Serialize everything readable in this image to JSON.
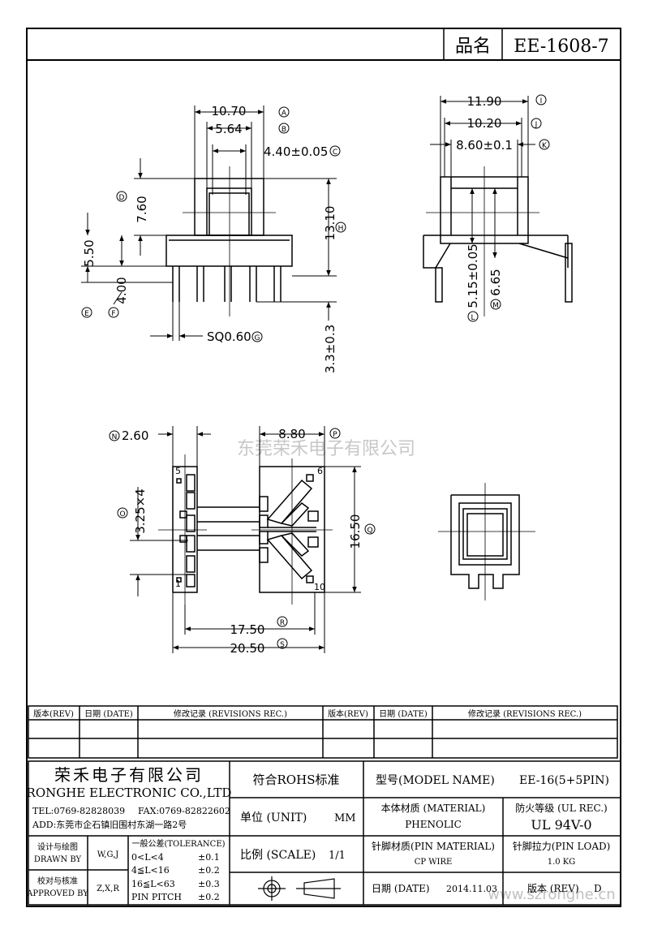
{
  "title_block": {
    "pn_label": "品名",
    "pn_value": "EE-1608-7",
    "company_cn": "荣禾电子有限公司",
    "company_en": "RONGHE ELECTRONIC CO.,LTD",
    "tel": "TEL:0769-82828039",
    "fax": "FAX:0769-82822602",
    "addr": "ADD:东莞市企石镇旧围村东湖一路2号",
    "drawn_label_cn": "设计与绘图",
    "drawn_label_en": "DRAWN BY",
    "drawn_value": "W,G,J",
    "approved_label_cn": "校对与核准",
    "approved_label_en": "APPROVED BY",
    "approved_value": "Z,X,R",
    "tol_title": "一般公差(TOLERANCE)",
    "tol_rows": [
      {
        "range": "0<L<4",
        "value": "±0.1"
      },
      {
        "range": "4≦L<16",
        "value": "±0.2"
      },
      {
        "range": "16≦L<63",
        "value": "±0.3"
      },
      {
        "range": "PIN PITCH",
        "value": "±0.2"
      }
    ],
    "rohs": "符合ROHS标准",
    "unit_label": "单位 (UNIT)",
    "unit_value": "MM",
    "scale_label": "比例 (SCALE)",
    "scale_value": "1/1",
    "model_label": "型号(MODEL NAME)",
    "model_value": "EE-16(5+5PIN)",
    "material_label": "本体材质 (MATERIAL)",
    "material_value": "PHENOLIC",
    "ul_label": "防火等级 (UL REC.)",
    "ul_value": "UL 94V-0",
    "pin_material_label": "针脚材质(PIN MATERIAL)",
    "pin_material_value": "CP WIRE",
    "pin_load_label": "针脚拉力(PIN LOAD)",
    "pin_load_value": "1.0 KG",
    "date_label": "日期 (DATE)",
    "date_value": "2014.11.03",
    "rev_label": "版本 (REV)",
    "rev_value": "D"
  },
  "revisions": {
    "col_rev": "版本(REV)",
    "col_date": "日期 (DATE)",
    "col_rec": "修改记录 (REVISIONS REC.)"
  },
  "watermark": "东莞荣禾电子有限公司",
  "watermark_url": "www.szronghe.cn",
  "dims": {
    "a_val": "10.70",
    "a_tag": "A",
    "b_val": "5.64",
    "b_tag": "B",
    "c_val": "4.40±0.05",
    "c_tag": "C",
    "d_val": "7.60",
    "d_tag": "D",
    "e_val": "5.50",
    "e_tag": "E",
    "f_val": "4.00",
    "f_tag": "F",
    "g_val": "SQ0.60",
    "g_tag": "G",
    "h_val": "13.10",
    "h_tag": "H",
    "h2_val": "3.3±0.3",
    "i_val": "11.90",
    "i_tag": "I",
    "j_val": "10.20",
    "j_tag": "J",
    "k_val": "8.60±0.1",
    "k_tag": "K",
    "l_val": "5.15±0.05",
    "l_tag": "L",
    "m_val": "6.65",
    "m_tag": "M",
    "n_val": "2.60",
    "n_tag": "N",
    "o_val": "3.25×4",
    "o_tag": "O",
    "p_val": "8.80",
    "p_tag": "P",
    "q_val": "16.50",
    "q_tag": "Q",
    "r_val": "17.50",
    "r_tag": "R",
    "s_val": "20.50",
    "s_tag": "S",
    "pin5": "5",
    "pin1": "1",
    "pin6": "6",
    "pin10": "10"
  }
}
